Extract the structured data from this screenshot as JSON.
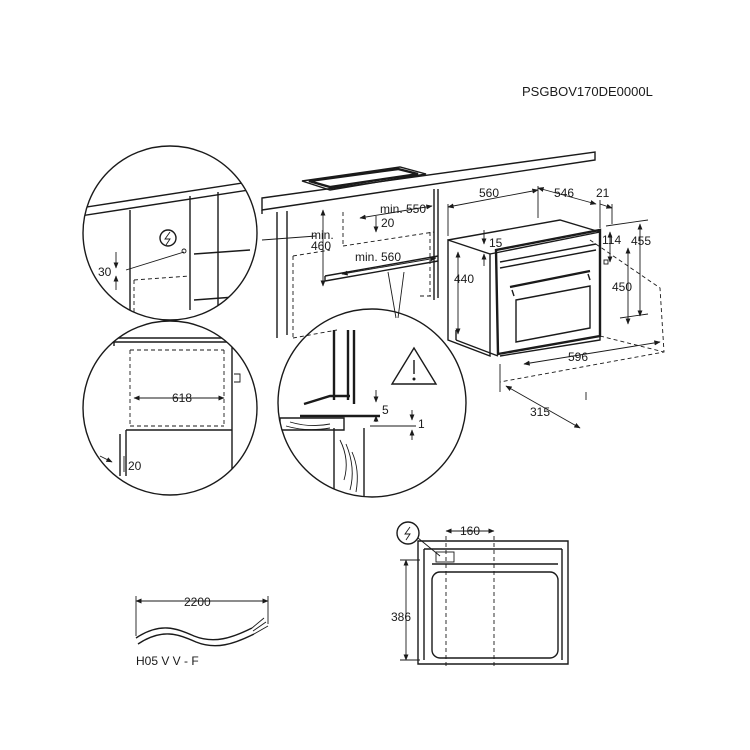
{
  "model_code": "PSGBOV170DE0000L",
  "dims": {
    "w_560": "560",
    "d_546": "546",
    "d_21": "21",
    "h_15": "15",
    "h_114": "114",
    "h_455": "455",
    "h_440": "440",
    "h_450": "450",
    "w_596": "596",
    "d_315": "315",
    "min_550": "min. 550",
    "n_20_top": "20",
    "min_460_a": "min.",
    "min_460_b": "460",
    "min_560": "min. 560",
    "h_30": "30",
    "w_618": "618",
    "n_20_bottom": "20",
    "n_5": "5",
    "n_1": "1",
    "w_160": "160",
    "h_386": "386",
    "cable_2200": "2200",
    "cable_type": "H05 V V - F"
  },
  "colors": {
    "line": "#1a1a1a",
    "background": "#ffffff",
    "wood": "#9a9a9a"
  }
}
